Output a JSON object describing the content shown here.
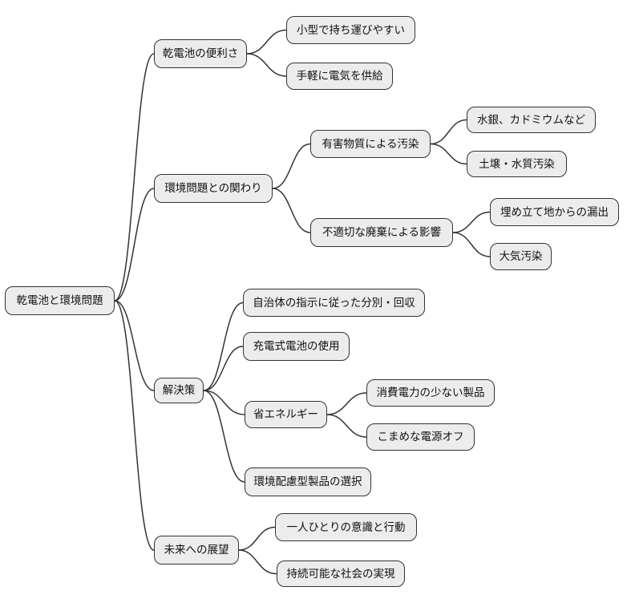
{
  "diagram": {
    "type": "mindmap",
    "colors": {
      "background": "#ffffff",
      "node_fill": "#ececec",
      "node_border": "#333333",
      "edge": "#333333",
      "text": "#111111"
    },
    "root": {
      "label": "乾電池と環境問題",
      "children": [
        {
          "label": "乾電池の便利さ",
          "children": [
            {
              "label": "小型で持ち運びやすい"
            },
            {
              "label": "手軽に電気を供給"
            }
          ]
        },
        {
          "label": "環境問題との関わり",
          "children": [
            {
              "label": "有害物質による汚染",
              "children": [
                {
                  "label": "水銀、カドミウムなど"
                },
                {
                  "label": "土壌・水質汚染"
                }
              ]
            },
            {
              "label": "不適切な廃棄による影響",
              "children": [
                {
                  "label": "埋め立て地からの漏出"
                },
                {
                  "label": "大気汚染"
                }
              ]
            }
          ]
        },
        {
          "label": "解決策",
          "children": [
            {
              "label": "自治体の指示に従った分別・回収"
            },
            {
              "label": "充電式電池の使用"
            },
            {
              "label": "省エネルギー",
              "children": [
                {
                  "label": "消費電力の少ない製品"
                },
                {
                  "label": "こまめな電源オフ"
                }
              ]
            },
            {
              "label": "環境配慮型製品の選択"
            }
          ]
        },
        {
          "label": "未来への展望",
          "children": [
            {
              "label": "一人ひとりの意識と行動"
            },
            {
              "label": "持続可能な社会の実現"
            }
          ]
        }
      ]
    }
  }
}
